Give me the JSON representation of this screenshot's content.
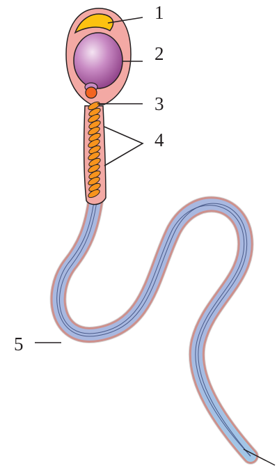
{
  "labels": {
    "l1": "1",
    "l2": "2",
    "l3": "3",
    "l4": "4",
    "l5": "5"
  },
  "colors": {
    "acrosome": "#fcc210",
    "head_membrane": "#f3a9a4",
    "nucleus": "#b05aa8",
    "centriole": "#f26522",
    "mitochondria": "#f7941d",
    "tail_body": "#a8b8e0",
    "tail_outline": "#f3a9a4",
    "tail_tip": "#9ad6f0",
    "line": "#231f20"
  }
}
